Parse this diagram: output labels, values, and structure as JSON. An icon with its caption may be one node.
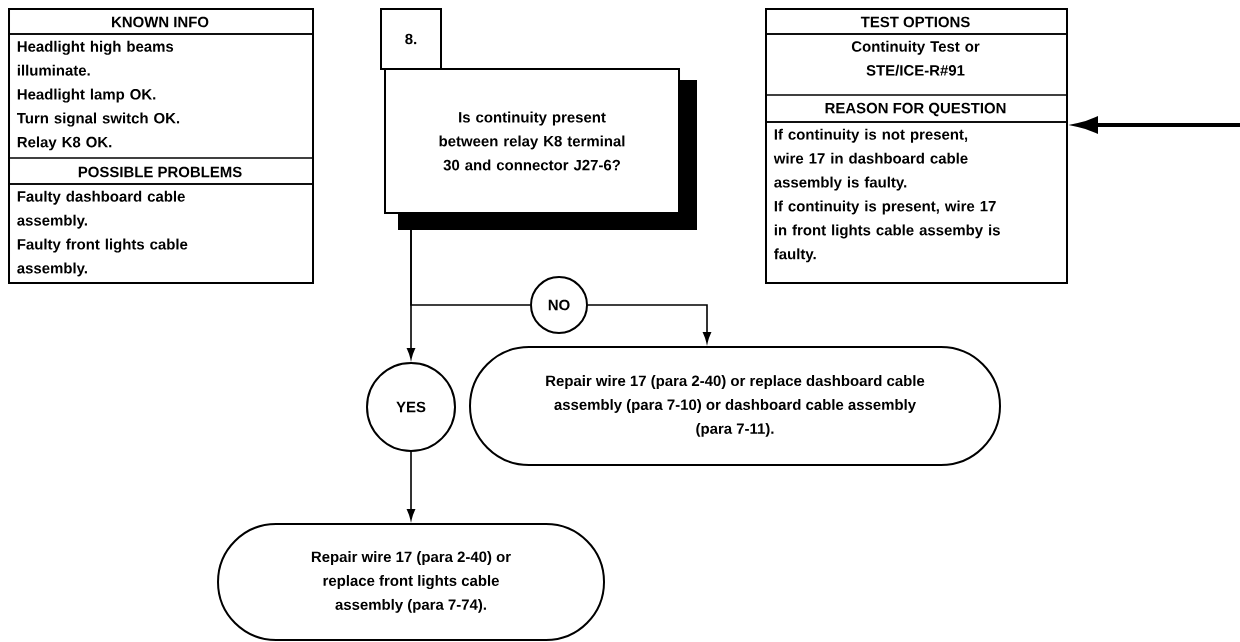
{
  "diagram": {
    "nodes": [
      {
        "text": [
          "KNOWN INFO",
          "Headlight high beams illuminate.",
          "Headlight lamp OK.",
          "Turn signal switch OK.",
          "Relay K8 OK.",
          "POSSIBLE PROBLEMS",
          "Faulty dashboard cable assembly.",
          "Faulty front lights cable assembly."
        ]
      },
      {
        "text": [
          "8."
        ]
      },
      {
        "text": [
          "Is continuity present between relay K8 terminal 30 and connector J27-6?"
        ]
      },
      {
        "text": [
          "TEST OPTIONS",
          "Continuity Test or STE/ICE-R#91",
          "REASON FOR QUESTION",
          "If continuity is not present, wire 17 in dashboard cable assembly is faulty.",
          "If continuity is present, wire 17 in front lights cable assemby is faulty."
        ]
      },
      {
        "text": [
          "NO"
        ]
      },
      {
        "text": [
          "YES"
        ]
      },
      {
        "text": [
          "Repair wire 17 (para 2-40) or replace dashboard cable assembly (para 7-10) or dashboard cable assembly (para 7-11)."
        ]
      },
      {
        "text": [
          "Repair wire 17 (para 2-40) or replace front lights cable assembly (para 7-74)."
        ]
      }
    ],
    "edges": [
      {
        "from": null,
        "to": 3,
        "arrow": "to",
        "style": "thick"
      },
      {
        "from": 2,
        "to": 4,
        "arrow": "none"
      },
      {
        "from": 2,
        "to": 5,
        "arrow": "to"
      },
      {
        "from": 4,
        "to": 6,
        "arrow": "to"
      },
      {
        "from": 5,
        "to": 7,
        "arrow": "to"
      }
    ]
  }
}
